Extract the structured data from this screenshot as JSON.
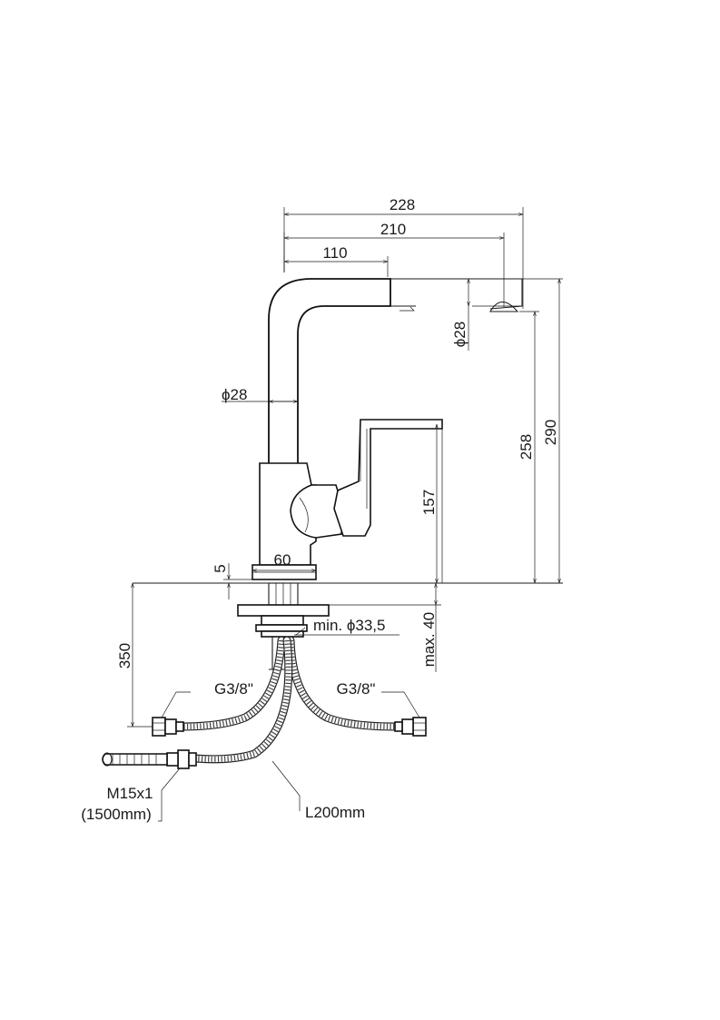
{
  "dimensions": {
    "total_reach": "228",
    "spout_reach": "210",
    "upper_reach": "110",
    "spout_diameter": "ϕ28",
    "pipe_diameter": "ϕ28",
    "height_total": "290",
    "height_outlet": "258",
    "height_lever": "157",
    "base_width": "60",
    "base_thickness": "5",
    "hole_diameter": "min. ϕ33,5",
    "max_deck": "max. 40",
    "hose_height": "350"
  },
  "connections": {
    "left_thread": "G3/8\"",
    "right_thread": "G3/8\"",
    "shower_thread": "M15x1",
    "shower_length": "(1500mm)",
    "hose_length": "L200mm"
  }
}
